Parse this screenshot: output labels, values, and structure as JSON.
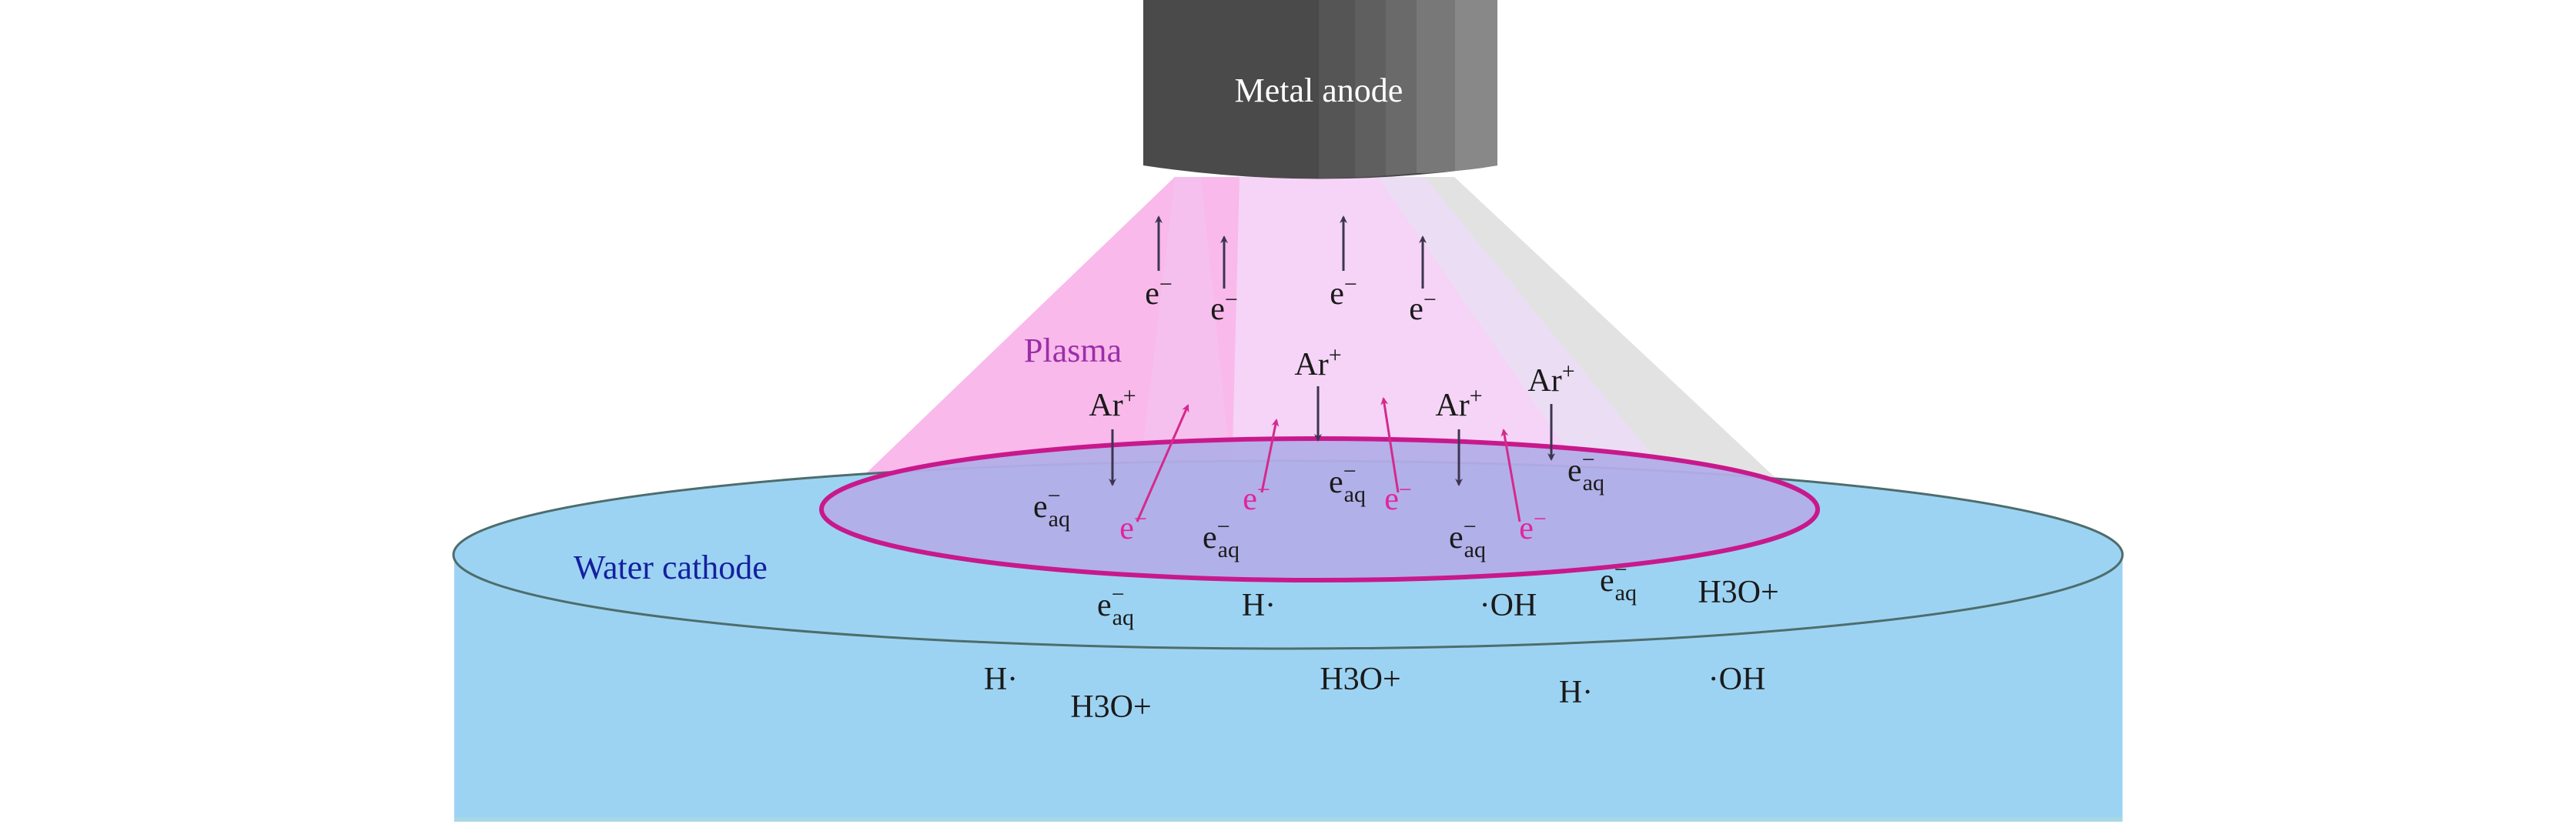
{
  "anode": {
    "label": "Metal anode"
  },
  "plasma": {
    "label": "Plasma"
  },
  "water": {
    "label": "Water cathode"
  },
  "colors": {
    "water": "#9dd3f2",
    "plasma_ellipse_fill": "#b3aee8",
    "plasma_ellipse_stroke": "#c8198c",
    "electron_pink": "#e0259a",
    "plasma_text": "#9a2fa8",
    "water_text": "#1420a0"
  },
  "species": [
    {
      "base": "e",
      "sup": "−",
      "sub": "",
      "color": "dark"
    },
    {
      "base": "e",
      "sup": "−",
      "sub": "",
      "color": "dark"
    },
    {
      "base": "e",
      "sup": "−",
      "sub": "",
      "color": "dark"
    },
    {
      "base": "e",
      "sup": "−",
      "sub": "",
      "color": "dark"
    },
    {
      "base": "Ar",
      "sup": "+",
      "sub": "",
      "color": "dark"
    },
    {
      "base": "Ar",
      "sup": "+",
      "sub": "",
      "color": "dark"
    },
    {
      "base": "Ar",
      "sup": "+",
      "sub": "",
      "color": "dark"
    },
    {
      "base": "Ar",
      "sup": "+",
      "sub": "",
      "color": "dark"
    },
    {
      "base": "e",
      "sup": "−",
      "sub": "aq",
      "color": "dark"
    },
    {
      "base": "e",
      "sup": "−",
      "sub": "aq",
      "color": "dark"
    },
    {
      "base": "e",
      "sup": "−",
      "sub": "aq",
      "color": "dark"
    },
    {
      "base": "e",
      "sup": "−",
      "sub": "aq",
      "color": "dark"
    },
    {
      "base": "e",
      "sup": "−",
      "sub": "aq",
      "color": "dark"
    },
    {
      "base": "e",
      "sup": "−",
      "sub": "",
      "color": "pink"
    },
    {
      "base": "e",
      "sup": "−",
      "sub": "",
      "color": "pink"
    },
    {
      "base": "e",
      "sup": "−",
      "sub": "",
      "color": "pink"
    },
    {
      "base": "e",
      "sup": "−",
      "sub": "",
      "color": "pink"
    },
    {
      "base": "e",
      "sup": "−",
      "sub": "aq",
      "color": "dark"
    },
    {
      "base": "H·",
      "sup": "",
      "sub": "",
      "color": "dark"
    },
    {
      "base": "·OH",
      "sup": "",
      "sub": "",
      "color": "dark"
    },
    {
      "base": "e",
      "sup": "−",
      "sub": "aq",
      "color": "dark"
    },
    {
      "base": "H3O+",
      "sup": "",
      "sub": "",
      "color": "dark"
    },
    {
      "base": "H·",
      "sup": "",
      "sub": "",
      "color": "dark"
    },
    {
      "base": "H3O+",
      "sup": "",
      "sub": "",
      "color": "dark"
    },
    {
      "base": "H3O+",
      "sup": "",
      "sub": "",
      "color": "dark"
    },
    {
      "base": "H·",
      "sup": "",
      "sub": "",
      "color": "dark"
    },
    {
      "base": "·OH",
      "sup": "",
      "sub": "",
      "color": "dark"
    }
  ]
}
